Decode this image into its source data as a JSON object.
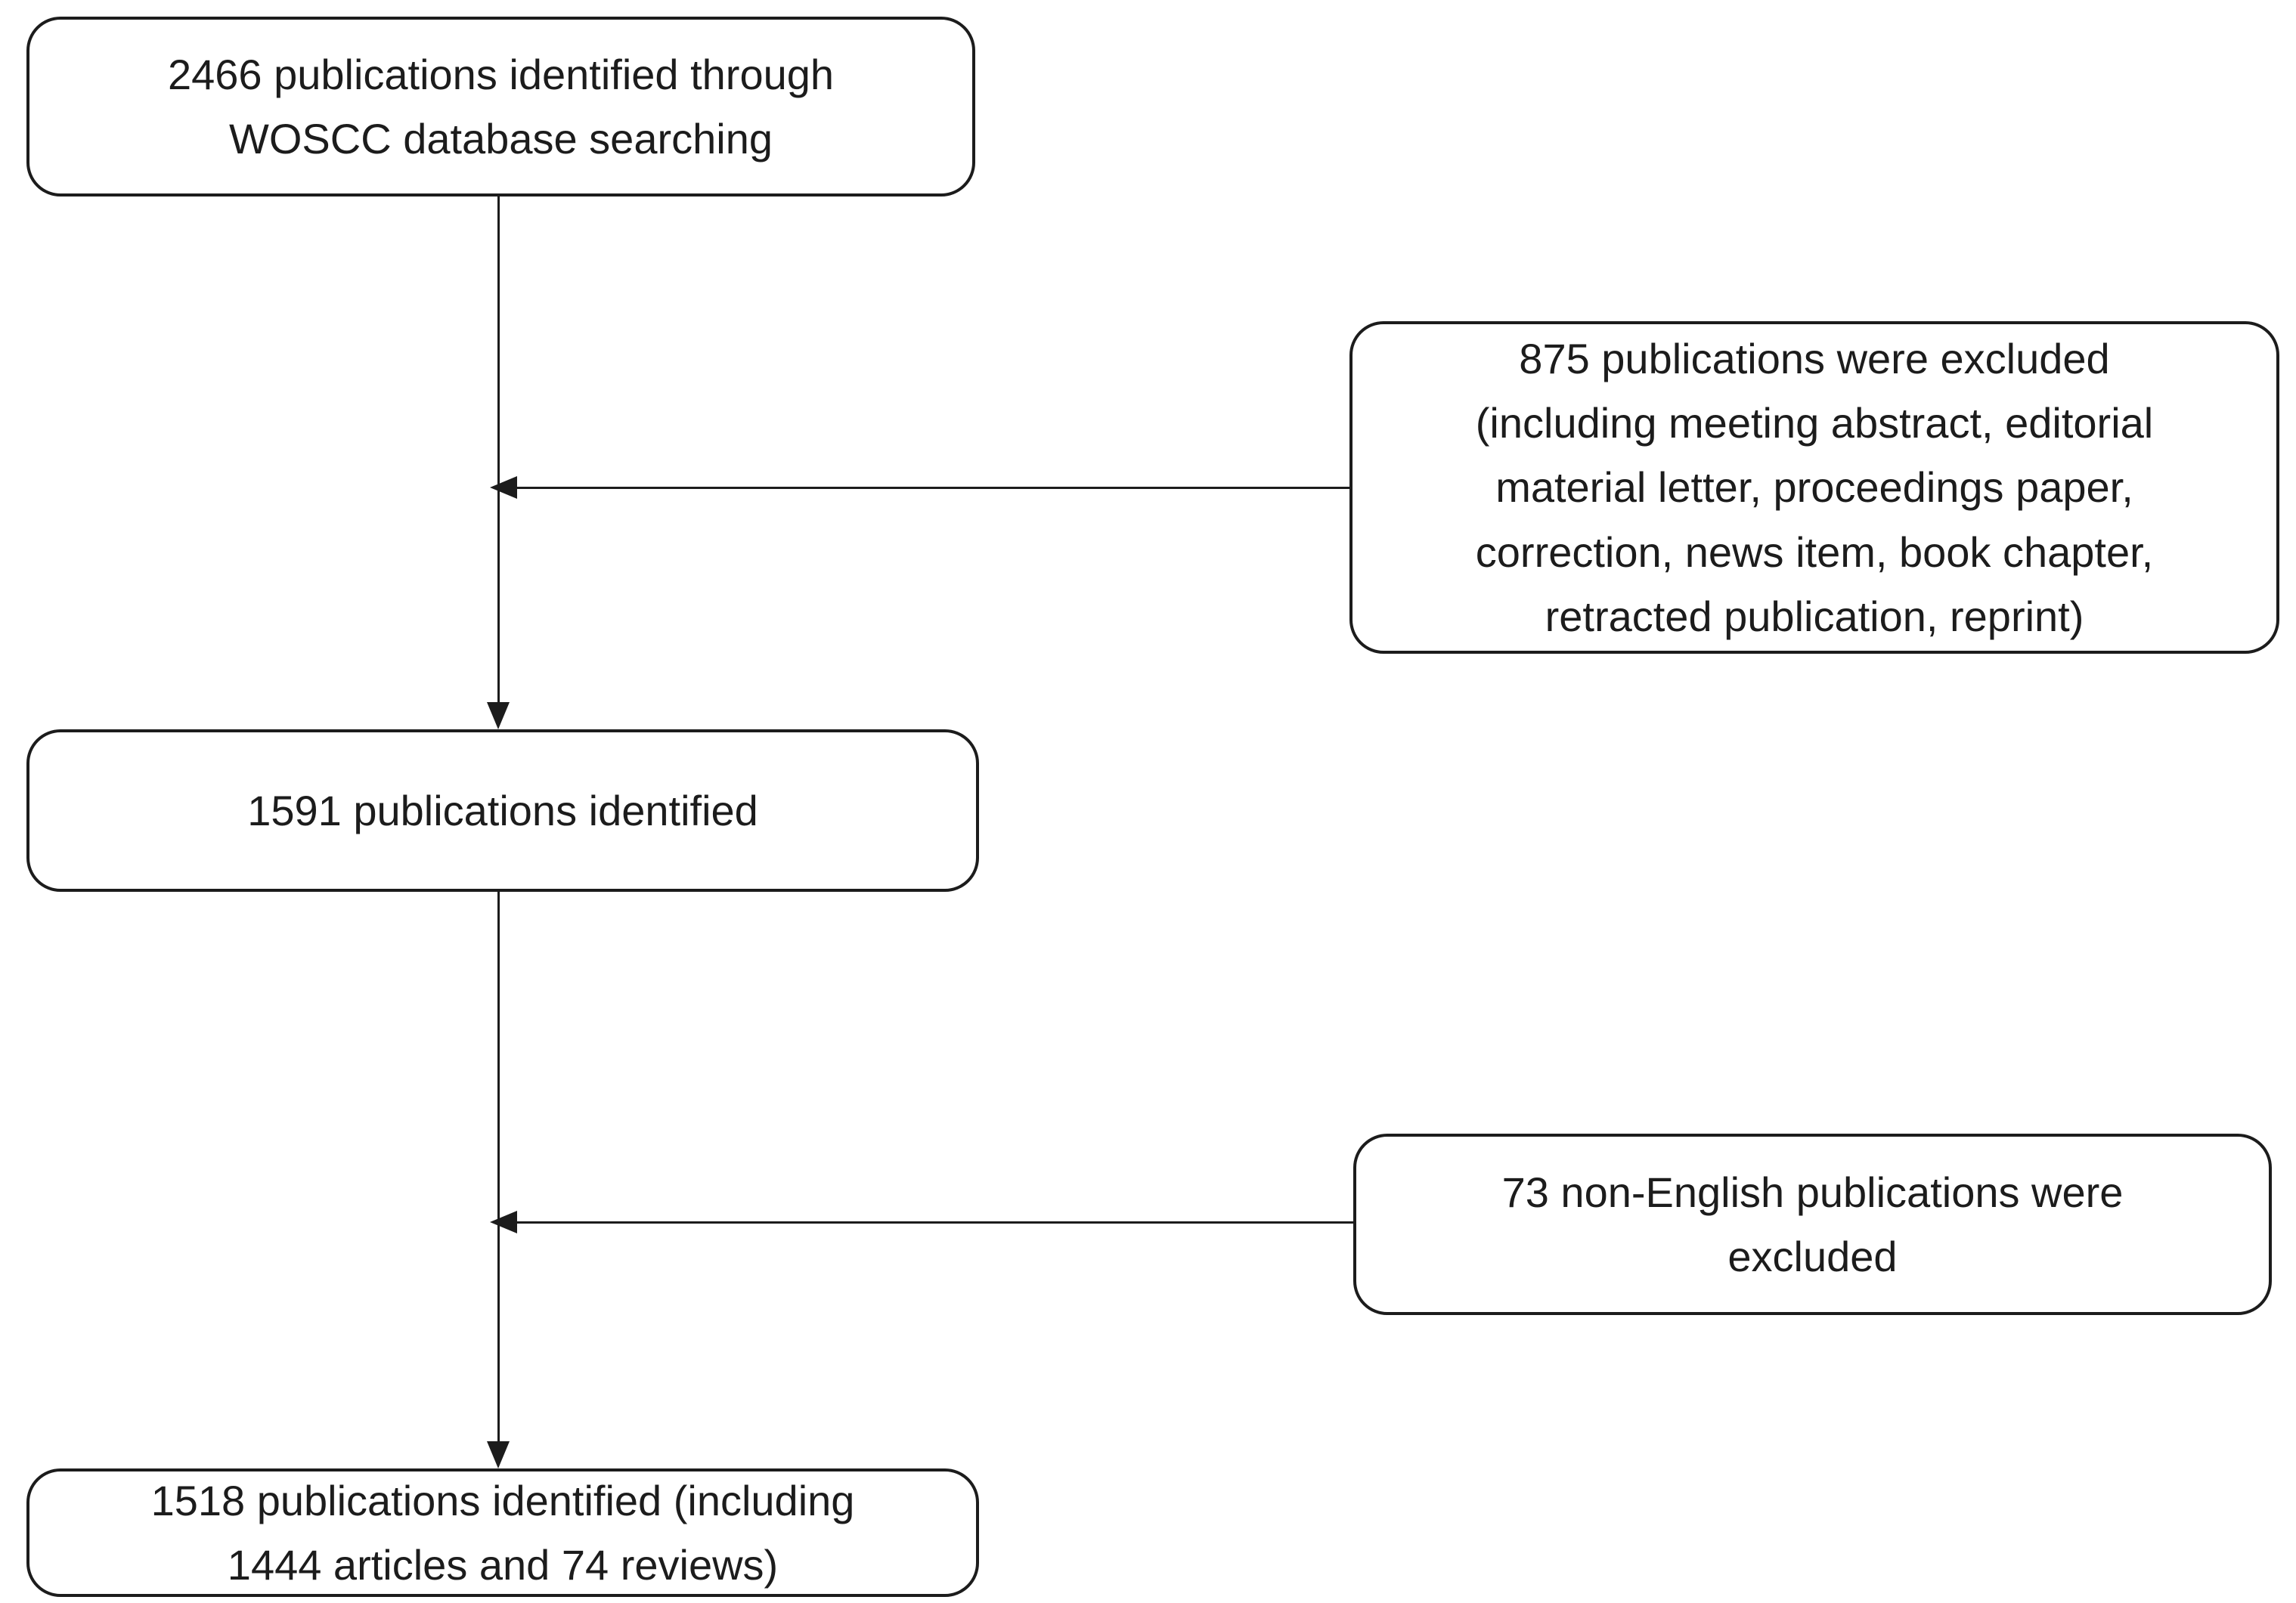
{
  "figure": {
    "type": "flow-diagram",
    "description": "Publication screening flowchart",
    "colors": {
      "background": "#ffffff",
      "box_fill": "#ffffff",
      "box_border": "#1c1c1c",
      "text": "#1c1c1c",
      "line": "#1c1c1c"
    }
  },
  "boxes": {
    "top": {
      "lines": [
        "2466 publications identified through",
        "WOSCC database searching"
      ]
    },
    "excluded1": {
      "lines": [
        "875 publications were excluded",
        "(including meeting abstract, editorial",
        "material letter, proceedings paper,",
        "correction, news item, book chapter,",
        "retracted publication, reprint)"
      ]
    },
    "middle": {
      "lines": [
        "1591 publications identified"
      ]
    },
    "excluded2": {
      "lines": [
        "73 non-English publications were",
        "excluded"
      ]
    },
    "bottom": {
      "lines": [
        "1518 publications identified (including",
        "1444 articles and 74 reviews)"
      ]
    }
  }
}
